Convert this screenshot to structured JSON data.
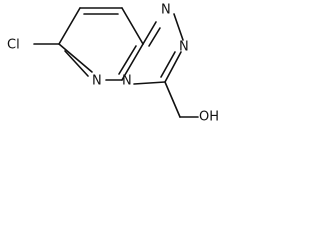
{
  "molecule": {
    "atoms": {
      "chlorine": "Cl",
      "nitrogen_pyridazine_ring": "N",
      "nitrogen_bridgehead": "N",
      "nitrogen_triazole_upper": "N",
      "nitrogen_triazole_lower": "N",
      "hydroxyl": "OH"
    }
  }
}
